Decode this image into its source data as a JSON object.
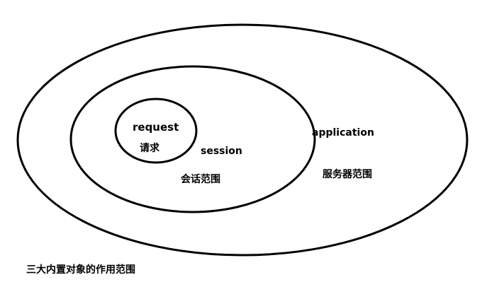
{
  "diagram": {
    "scopes": [
      {
        "name": "request",
        "label_cn": "请求"
      },
      {
        "name": "session",
        "label_cn": "会话范围"
      },
      {
        "name": "application",
        "label_cn": "服务器范围"
      }
    ],
    "caption": "三大内置对象的作用范围",
    "stroke_color": "#000000"
  }
}
